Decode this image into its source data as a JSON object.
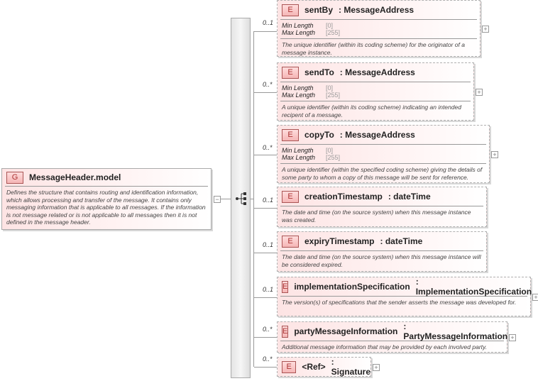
{
  "group": {
    "badge": "G",
    "name": "MessageHeader.model",
    "doc": "Defines the structure that contains routing and identification information, which allows processing and transfer of the message. It contains only messaging information that is applicable to all messages. If the information is not message related or is not applicable to all messages then it is not defined in the message header.",
    "collapse": "−"
  },
  "sequence_icon": "sequence-compositor-icon",
  "elements": [
    {
      "badge": "E",
      "name": "sentBy",
      "type": ": MessageAddress",
      "card": "0..1",
      "facets": [
        {
          "label": "Min Length",
          "value": "[0]"
        },
        {
          "label": "Max Length",
          "value": "[255]"
        }
      ],
      "doc": "The unique identifier (within its coding scheme) for the originator of a message instance.",
      "expand": "+"
    },
    {
      "badge": "E",
      "name": "sendTo",
      "type": ": MessageAddress",
      "card": "0..*",
      "facets": [
        {
          "label": "Min Length",
          "value": "[0]"
        },
        {
          "label": "Max Length",
          "value": "[255]"
        }
      ],
      "doc": "A unique identifier (within its coding scheme) indicating an intended recipent of a message.",
      "expand": "+"
    },
    {
      "badge": "E",
      "name": "copyTo",
      "type": ": MessageAddress",
      "card": "0..*",
      "facets": [
        {
          "label": "Min Length",
          "value": "[0]"
        },
        {
          "label": "Max Length",
          "value": "[255]"
        }
      ],
      "doc": "A unique identifier (within the specified coding scheme) giving the details of some party to whom a copy of this message will be sent for reference.",
      "expand": "+"
    },
    {
      "badge": "E",
      "name": "creationTimestamp",
      "type": ": dateTime",
      "card": "0..1",
      "doc": "The date and time (on the source system) when this message instance was created."
    },
    {
      "badge": "E",
      "name": "expiryTimestamp",
      "type": ": dateTime",
      "card": "0..1",
      "doc": "The date and time (on the source system) when this message instance will be considered expired."
    },
    {
      "badge": "E",
      "name": "implementationSpecification",
      "type": ": ImplementationSpecification",
      "card": "0..1",
      "doc": "The version(s) of specifications that the sender asserts the message was developed for.",
      "expand": "+"
    },
    {
      "badge": "E",
      "name": "partyMessageInformation",
      "type": ": PartyMessageInformation",
      "card": "0..*",
      "doc": "Additional message information that may be provided by each involved party.",
      "expand": "+"
    },
    {
      "badge": "E",
      "name": "<Ref>",
      "type": ": Signature",
      "card": "0..*",
      "expand": "+"
    }
  ]
}
